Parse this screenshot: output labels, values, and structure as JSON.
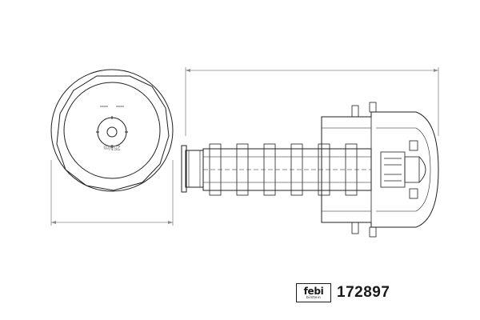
{
  "brand": {
    "name": "febi",
    "sub_text": "bilstein"
  },
  "part_number": "172897",
  "drawing": {
    "front_view_emboss_text": "25Nm",
    "front_view_small_text": "",
    "dimension_text_width": "",
    "dimension_text_length": ""
  },
  "colors": {
    "line": "#1f1f1f",
    "dimension": "#8a8a8a",
    "background": "#ffffff"
  }
}
